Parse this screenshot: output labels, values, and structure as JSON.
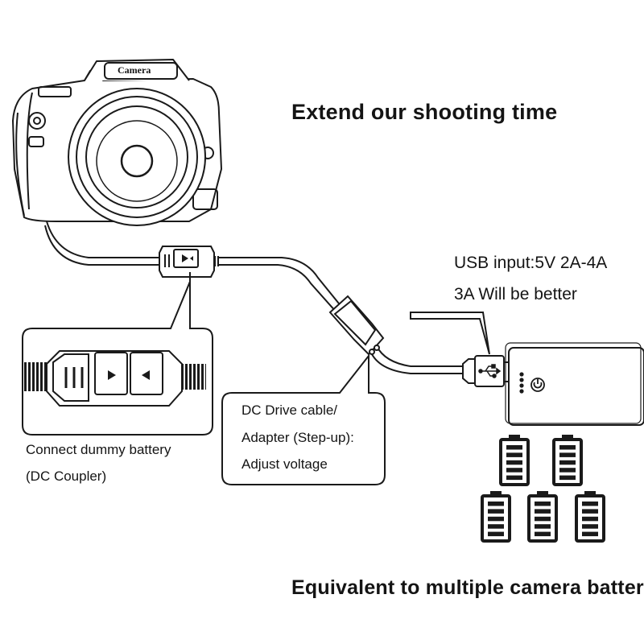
{
  "headline": "Extend our shooting time",
  "footer": "Equivalent to multiple camera batteries",
  "camera_label": "Camera",
  "usb_input": {
    "line1": "USB input:5V 2A-4A",
    "line2": "3A Will be better"
  },
  "dc_drive": {
    "line1": "DC Drive cable/",
    "line2": "Adapter (Step-up):",
    "line3": "Adjust voltage"
  },
  "dummy_battery": {
    "line1": "Connect dummy battery",
    "line2": "(DC Coupler)"
  },
  "icons": [
    "camera-icon",
    "dummy-battery-connector-icon",
    "step-up-adapter-icon",
    "usb-icon",
    "power-bank-icon",
    "power-button-icon",
    "battery-icon"
  ],
  "battery_count": 5,
  "colors": {
    "line": "#1a1a1a",
    "background": "#ffffff"
  }
}
